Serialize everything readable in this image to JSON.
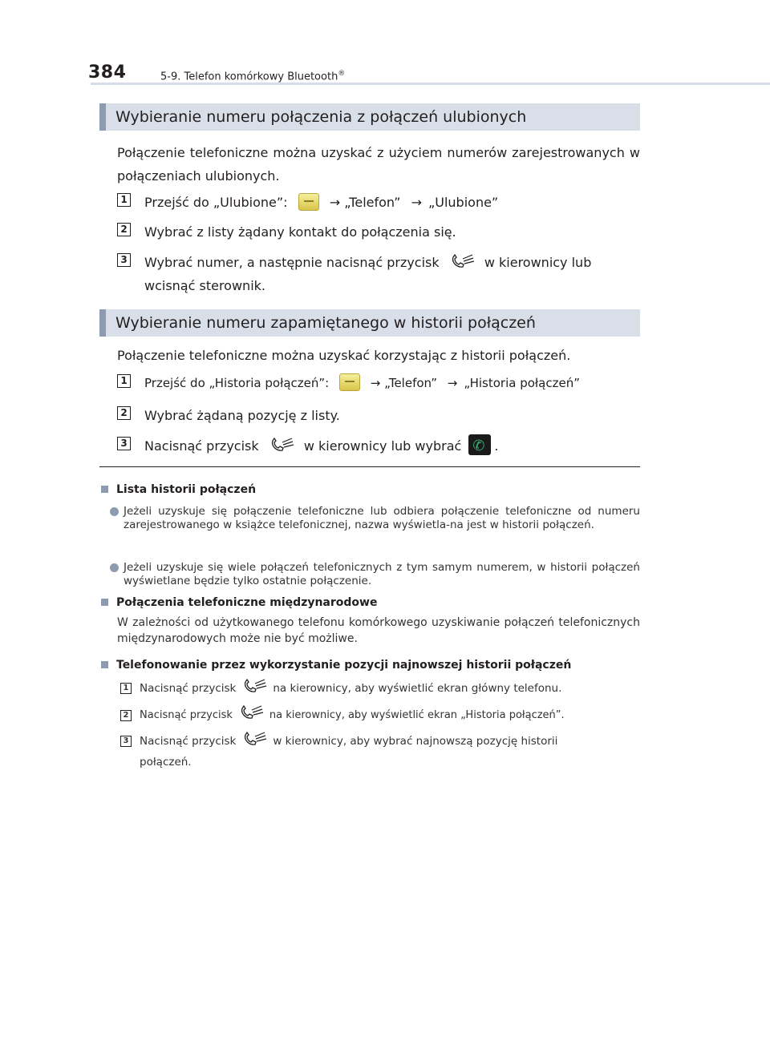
{
  "header": {
    "page_number": "384",
    "section": "5-9. Telefon komórkowy Bluetooth",
    "reg": "®"
  },
  "section1": {
    "heading": "Wybieranie numeru połączenia z połączeń ulubionych",
    "intro": "Połączenie telefoniczne można uzyskać z użyciem numerów zarejestrowanych w połączeniach ulubionych.",
    "steps": [
      {
        "num": "1",
        "a": "Przejść do „Ulubione”:",
        "b": "„Telefon”",
        "c": "„Ulubione”"
      },
      {
        "num": "2",
        "text": "Wybrać z listy żądany kontakt do połączenia się."
      },
      {
        "num": "3",
        "a": "Wybrać numer, a następnie nacisnąć przycisk",
        "b": "w kierownicy lub",
        "c": "wcisnąć sterownik."
      }
    ]
  },
  "section2": {
    "heading": "Wybieranie numeru zapamiętanego w historii połączeń",
    "intro": "Połączenie telefoniczne można uzyskać korzystając z historii połączeń.",
    "steps": [
      {
        "num": "1",
        "a": "Przejść do „Historia połączeń”:",
        "b": "„Telefon”",
        "c": "„Historia połączeń”"
      },
      {
        "num": "2",
        "text": "Wybrać żądaną pozycję z listy."
      },
      {
        "num": "3",
        "a": "Nacisnąć przycisk",
        "b": "w kierownicy lub wybrać",
        "c": "."
      }
    ]
  },
  "arrow": "→",
  "icons": {
    "menu": "menu-button-icon",
    "talk": "steering-talk-switch-icon",
    "call": "green-phone-icon"
  },
  "notes": {
    "n1_title": "Lista historii połączeń",
    "n1_b1": "Jeżeli uzyskuje się połączenie telefoniczne lub odbiera połączenie telefoniczne od numeru zarejestrowanego w książce telefonicznej, nazwa wyświetla-na jest w historii połączeń.",
    "n1_b2": "Jeżeli uzyskuje się wiele połączeń telefonicznych z tym samym numerem, w historii połączeń wyświetlane będzie tylko ostatnie połączenie.",
    "n2_title": "Połączenia telefoniczne międzynarodowe",
    "n2_text": "W zależności od użytkowanego telefonu komórkowego uzyskiwanie połączeń telefonicznych międzynarodowych może nie być możliwe.",
    "n3_title": "Telefonowanie przez wykorzystanie pozycji najnowszej historii połączeń",
    "n3_steps": [
      {
        "num": "1",
        "a": "Nacisnąć przycisk",
        "b": "na kierownicy, aby wyświetlić ekran główny telefonu."
      },
      {
        "num": "2",
        "a": "Nacisnąć przycisk",
        "b": "na kierownicy, aby wyświetlić ekran „Historia połączeń”."
      },
      {
        "num": "3",
        "a": "Nacisnąć przycisk",
        "b": "w kierownicy, aby wybrać najnowszą pozycję historii",
        "c": "połączeń."
      }
    ]
  }
}
